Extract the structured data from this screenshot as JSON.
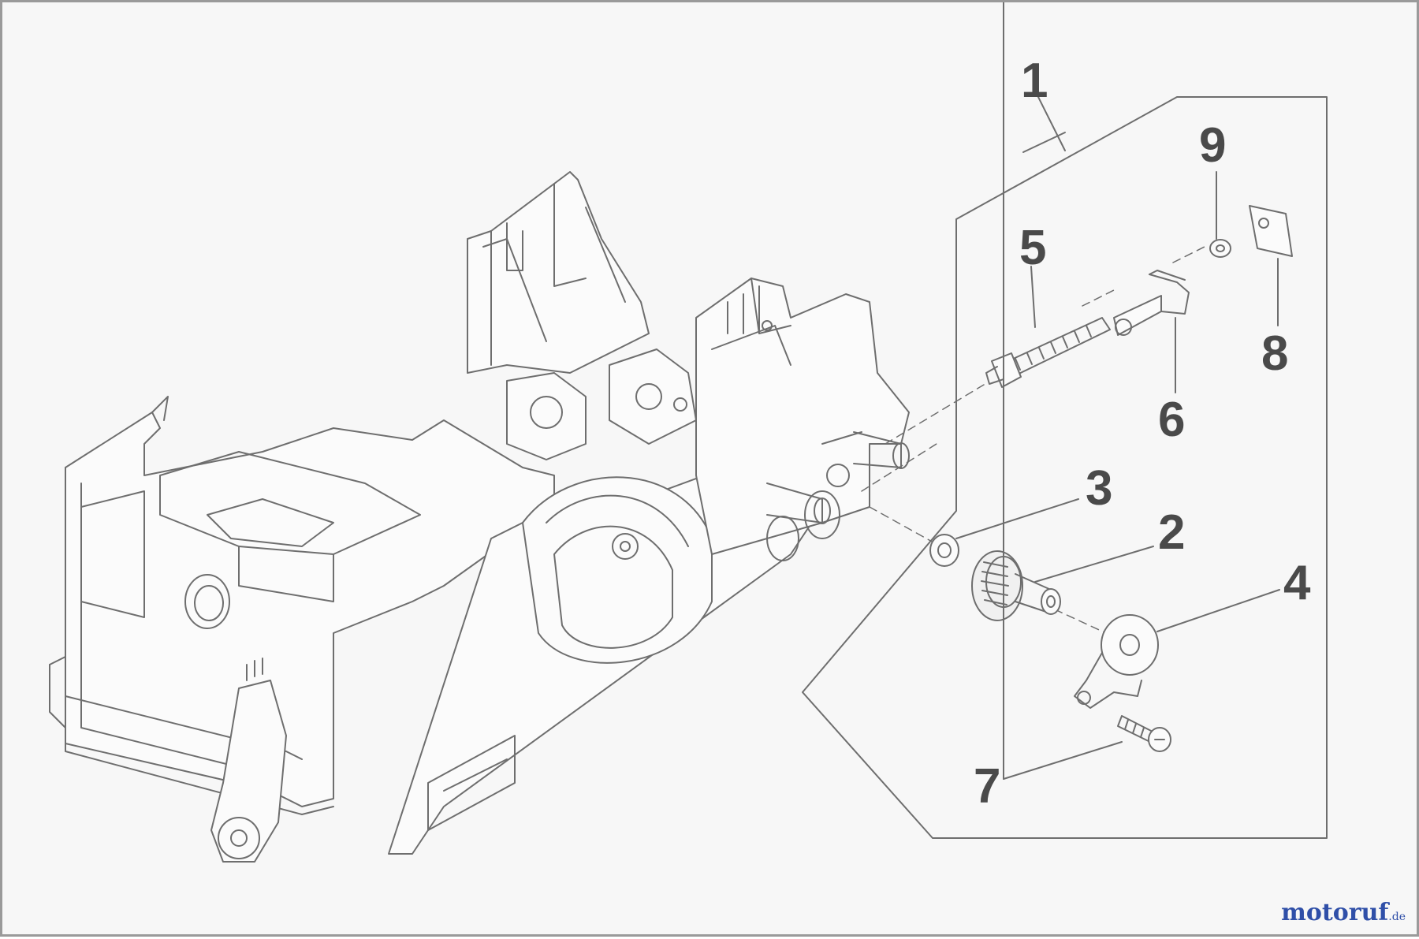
{
  "callouts": {
    "c1": "1",
    "c2": "2",
    "c3": "3",
    "c4": "4",
    "c5": "5",
    "c6": "6",
    "c7": "7",
    "c8": "8",
    "c9": "9"
  },
  "watermark": {
    "brand": "motoruf",
    "tld": ".de"
  },
  "colors": {
    "line": "#6e6e6e",
    "label": "#4a4a4a",
    "watermark": "#2f4fa8"
  }
}
